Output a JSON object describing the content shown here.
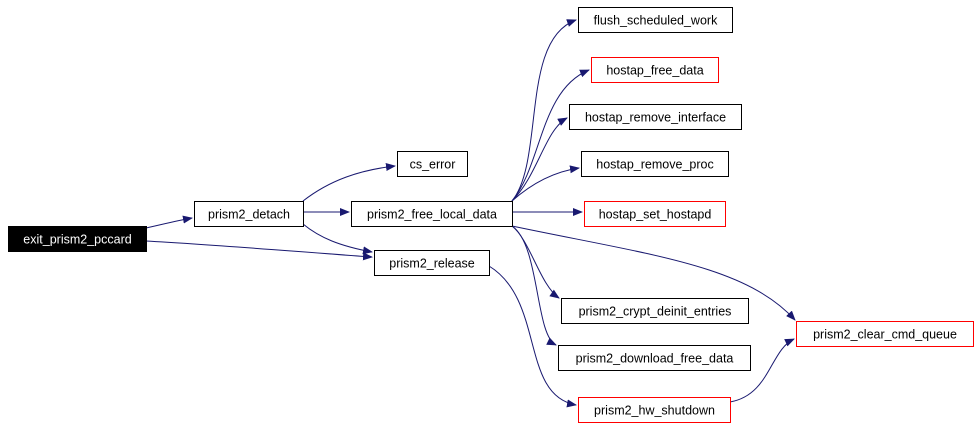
{
  "graph": {
    "colors": {
      "edge": "#191970",
      "border_default": "#000000",
      "border_link": "#ff0000",
      "root_fill": "#000000",
      "root_text": "#ffffff",
      "node_fill": "#ffffff",
      "node_text": "#000000"
    },
    "nodes": [
      {
        "id": "exit_prism2_pccard",
        "label": "exit_prism2_pccard",
        "style": "root"
      },
      {
        "id": "prism2_detach",
        "label": "prism2_detach",
        "style": "default"
      },
      {
        "id": "cs_error",
        "label": "cs_error",
        "style": "default"
      },
      {
        "id": "prism2_free_local_data",
        "label": "prism2_free_local_data",
        "style": "default"
      },
      {
        "id": "prism2_release",
        "label": "prism2_release",
        "style": "default"
      },
      {
        "id": "flush_scheduled_work",
        "label": "flush_scheduled_work",
        "style": "default"
      },
      {
        "id": "hostap_free_data",
        "label": "hostap_free_data",
        "style": "link"
      },
      {
        "id": "hostap_remove_interface",
        "label": "hostap_remove_interface",
        "style": "default"
      },
      {
        "id": "hostap_remove_proc",
        "label": "hostap_remove_proc",
        "style": "default"
      },
      {
        "id": "hostap_set_hostapd",
        "label": "hostap_set_hostapd",
        "style": "link"
      },
      {
        "id": "prism2_crypt_deinit_entries",
        "label": "prism2_crypt_deinit_entries",
        "style": "default"
      },
      {
        "id": "prism2_download_free_data",
        "label": "prism2_download_free_data",
        "style": "default"
      },
      {
        "id": "prism2_hw_shutdown",
        "label": "prism2_hw_shutdown",
        "style": "link"
      },
      {
        "id": "prism2_clear_cmd_queue",
        "label": "prism2_clear_cmd_queue",
        "style": "link"
      }
    ],
    "edges": [
      {
        "from": "exit_prism2_pccard",
        "to": "prism2_detach"
      },
      {
        "from": "exit_prism2_pccard",
        "to": "prism2_release"
      },
      {
        "from": "prism2_detach",
        "to": "cs_error"
      },
      {
        "from": "prism2_detach",
        "to": "prism2_free_local_data"
      },
      {
        "from": "prism2_detach",
        "to": "prism2_release"
      },
      {
        "from": "prism2_free_local_data",
        "to": "flush_scheduled_work"
      },
      {
        "from": "prism2_free_local_data",
        "to": "hostap_free_data"
      },
      {
        "from": "prism2_free_local_data",
        "to": "hostap_remove_interface"
      },
      {
        "from": "prism2_free_local_data",
        "to": "hostap_remove_proc"
      },
      {
        "from": "prism2_free_local_data",
        "to": "hostap_set_hostapd"
      },
      {
        "from": "prism2_free_local_data",
        "to": "prism2_crypt_deinit_entries"
      },
      {
        "from": "prism2_free_local_data",
        "to": "prism2_download_free_data"
      },
      {
        "from": "prism2_free_local_data",
        "to": "prism2_clear_cmd_queue"
      },
      {
        "from": "prism2_release",
        "to": "prism2_hw_shutdown"
      },
      {
        "from": "prism2_hw_shutdown",
        "to": "prism2_clear_cmd_queue"
      }
    ]
  }
}
